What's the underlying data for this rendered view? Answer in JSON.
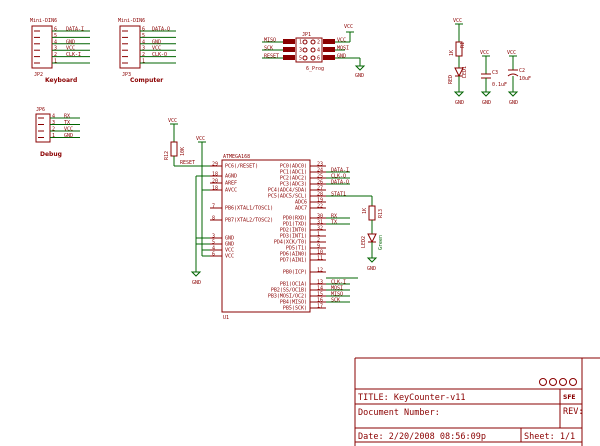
{
  "jp2": {
    "part_label": "Mini-DIN6",
    "ref": "JP2",
    "name": "Keyboard",
    "pins": [
      "6",
      "5",
      "4",
      "3",
      "2",
      "1"
    ],
    "nets": [
      "DATA-I",
      "",
      "GND",
      "VCC",
      "CLK-I",
      ""
    ]
  },
  "jp3": {
    "part_label": "Mini-DIN6",
    "ref": "JP3",
    "name": "Computer",
    "pins": [
      "6",
      "5",
      "4",
      "3",
      "2",
      "1"
    ],
    "nets": [
      "DATA-O",
      "",
      "GND",
      "VCC",
      "CLK-O",
      ""
    ]
  },
  "jp6": {
    "ref": "JP6",
    "name": "Debug",
    "pins": [
      "4",
      "3",
      "2",
      "1"
    ],
    "nets": [
      "RX",
      "TX",
      "VCC",
      "GND"
    ]
  },
  "jp1": {
    "ref": "JP1",
    "name": "6_Prog",
    "left_nets": [
      "MISO",
      "SCK",
      "RESET"
    ],
    "left_pins": [
      "1",
      "3",
      "5"
    ],
    "right_pins": [
      "2",
      "4",
      "6"
    ],
    "right_nets": [
      "VCC",
      "MOSI",
      "GND"
    ],
    "vcc": "VCC",
    "gnd": "GND"
  },
  "power": {
    "vcc_labels": [
      "VCC",
      "VCC",
      "VCC",
      "VCC"
    ],
    "r1": {
      "ref": "R1",
      "value": "1K"
    },
    "led1": {
      "ref": "LED1",
      "value": "RED"
    },
    "c3": {
      "ref": "C3",
      "value": "0.1uF"
    },
    "c2": {
      "ref": "C2",
      "value": "10uF"
    },
    "gnd": "GND"
  },
  "u1": {
    "part": "ATMEGA168",
    "ref": "U1",
    "left_pins": [
      {
        "num": "29",
        "name": "PC6(/RESET)"
      },
      {
        "num": "18",
        "name": "AGND"
      },
      {
        "num": "20",
        "name": "AREF"
      },
      {
        "num": "18",
        "name": "AVCC"
      },
      {
        "num": "7",
        "name": "PB6(XTAL1/TOSC1)"
      },
      {
        "num": "8",
        "name": "PB7(XTAL2/TOSC2)"
      },
      {
        "num": "3",
        "name": "GND"
      },
      {
        "num": "5",
        "name": "GND"
      },
      {
        "num": "4",
        "name": "VCC"
      },
      {
        "num": "6",
        "name": "VCC"
      }
    ],
    "right_pins": [
      {
        "num": "23",
        "name": "PC0(ADC0)",
        "net": ""
      },
      {
        "num": "24",
        "name": "PC1(ADC1)",
        "net": "DATA-I"
      },
      {
        "num": "25",
        "name": "PC2(ADC2)",
        "net": "CLK-O"
      },
      {
        "num": "26",
        "name": "PC3(ADC3)",
        "net": "DATA-O"
      },
      {
        "num": "27",
        "name": "PC4(ADC4/SDA)",
        "net": ""
      },
      {
        "num": "28",
        "name": "PC5(ADC5/SCL)",
        "net": "STAT1"
      },
      {
        "num": "19",
        "name": "ADC6",
        "net": ""
      },
      {
        "num": "22",
        "name": "ADC7",
        "net": ""
      },
      {
        "num": "30",
        "name": "PD0(RXD)",
        "net": "RX"
      },
      {
        "num": "31",
        "name": "PD1(TXD)",
        "net": "TX"
      },
      {
        "num": "32",
        "name": "PD2(INT0)",
        "net": ""
      },
      {
        "num": "1",
        "name": "PD3(INT1)",
        "net": ""
      },
      {
        "num": "2",
        "name": "PD4(XCK/T0)",
        "net": ""
      },
      {
        "num": "9",
        "name": "PD5(T1)",
        "net": ""
      },
      {
        "num": "10",
        "name": "PD6(AIN0)",
        "net": ""
      },
      {
        "num": "11",
        "name": "PD7(AIN1)",
        "net": ""
      },
      {
        "num": "12",
        "name": "PB0(ICP)",
        "net": ""
      },
      {
        "num": "13",
        "name": "PB1(OC1A)",
        "net": "CLK-I"
      },
      {
        "num": "14",
        "name": "PB2(SS/OC1B)",
        "net": "MOSI"
      },
      {
        "num": "15",
        "name": "PB3(MOSI/OC2)",
        "net": "MISO"
      },
      {
        "num": "16",
        "name": "PB4(MISO)",
        "net": "SCK"
      },
      {
        "num": "17",
        "name": "PB5(SCK)",
        "net": ""
      }
    ],
    "vcc": "VCC",
    "gnd": "GND"
  },
  "reset": {
    "r": "R12",
    "value": "10K",
    "net": "RESET",
    "vcc": "VCC"
  },
  "status": {
    "r": "R13",
    "value": "1K",
    "led": "LED2",
    "led_value": "Green",
    "gnd": "GND"
  },
  "title_block": {
    "title": "TITLE: KeyCounter-v11",
    "docnum": "Document Number:",
    "rev": "REV:",
    "date": "Date:  2/20/2008 08:56:09p",
    "sheet": "Sheet: 1/1",
    "logo": "SFE"
  }
}
